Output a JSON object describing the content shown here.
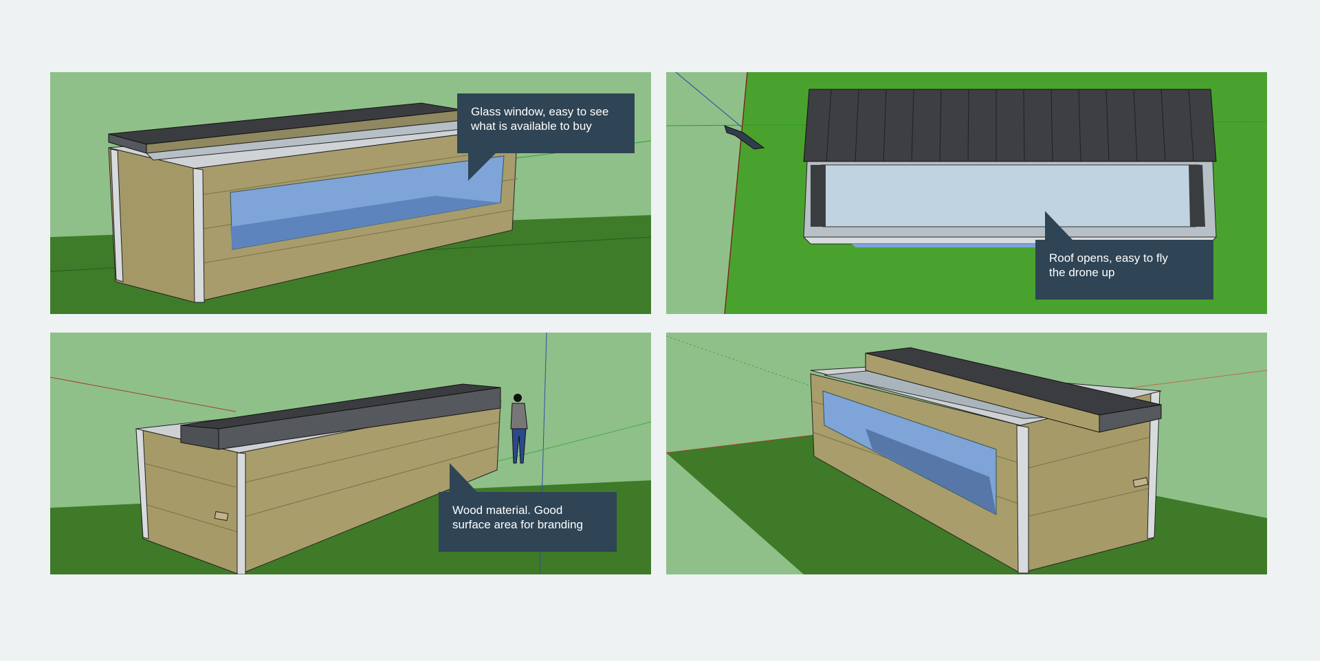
{
  "slide": {
    "background": "#eef2f3",
    "callout_color": "#2f4454"
  },
  "panels": [
    {
      "name": "render-front-angle",
      "view": "perspective-front-left"
    },
    {
      "name": "render-top-view",
      "view": "top-down-roof"
    },
    {
      "name": "render-side-with-person",
      "view": "perspective-side-scale-figure"
    },
    {
      "name": "render-rear-angle",
      "view": "perspective-rear-right"
    }
  ],
  "callouts": {
    "glass": {
      "line1": "Glass window, easy to see",
      "line2": "what is available to buy"
    },
    "roof": {
      "line1": "Roof opens, easy to fly",
      "line2": "the drone up"
    },
    "wood": {
      "line1": "Wood material. Good",
      "line2": "surface area for branding"
    }
  },
  "colors": {
    "sky": "#8fc089",
    "grass": "#3e7a28",
    "wood": "#a59a6c",
    "trim": "#d9dcde",
    "roof": "#3a3c3f",
    "glass": "#7fa6d8"
  }
}
